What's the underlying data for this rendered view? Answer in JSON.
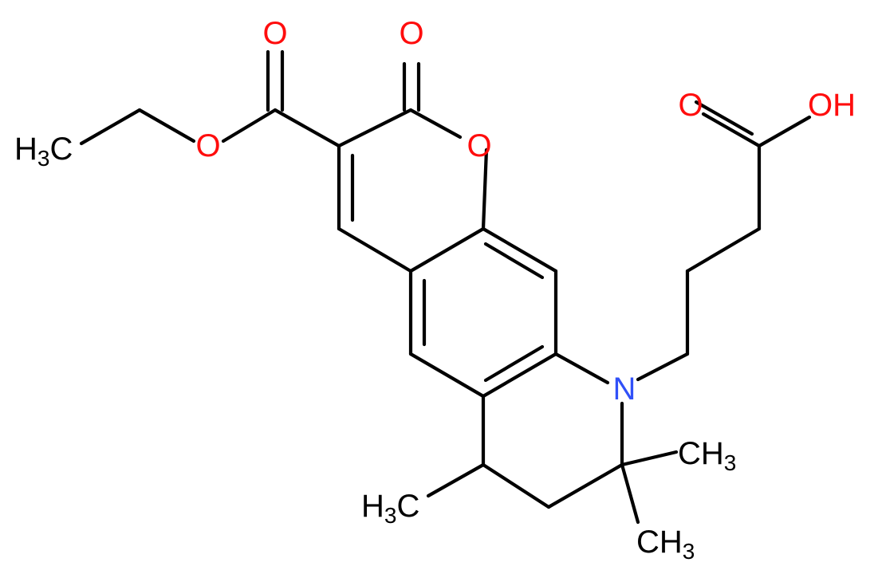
{
  "colors": {
    "bond": "#000000",
    "carbon": "#000000",
    "oxygen": "#ff0d0d",
    "nitrogen": "#3050f8",
    "background": "#ffffff"
  },
  "labels": {
    "o_ester_carbonyl": "O",
    "o_lactone_carbonyl": "O",
    "o_acid_carbonyl": "O",
    "o_ester": "O",
    "o_ring": "O",
    "n_ring": "N",
    "acid_oh": {
      "main": "OH"
    },
    "ch3_ethyl": {
      "main": "H",
      "sub": "3",
      "tail": "C"
    },
    "ch3_ring": {
      "main": "H",
      "sub": "3",
      "tail": "C"
    },
    "ch3_gem_upper": {
      "main": "CH",
      "sub": "3"
    },
    "ch3_gem_lower": {
      "main": "CH",
      "sub": "3"
    }
  }
}
